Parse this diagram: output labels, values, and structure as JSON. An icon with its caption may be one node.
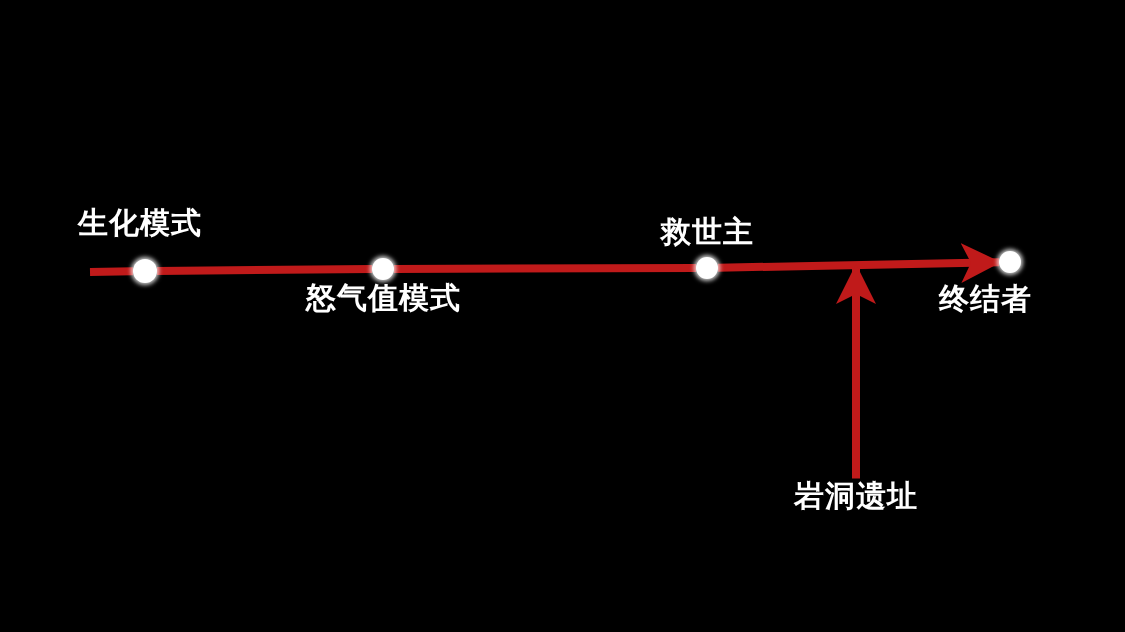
{
  "diagram": {
    "nodes": [
      {
        "text": [],
        "shape": "circle",
        "beside": [
          "生化模式"
        ]
      },
      {
        "text": [],
        "shape": "circle",
        "beside": [
          "怒气值模式"
        ]
      },
      {
        "text": [],
        "shape": "circle",
        "beside": [
          "救世主"
        ]
      },
      {
        "text": [],
        "shape": "circle",
        "beside": [
          "终结者"
        ]
      },
      {
        "text": [
          "岩洞遗址"
        ]
      }
    ],
    "edges": [
      {
        "from": null,
        "to": 0,
        "arrow": "none"
      },
      {
        "from": 0,
        "to": 1,
        "arrow": "none"
      },
      {
        "from": 1,
        "to": 2,
        "arrow": "none"
      },
      {
        "from": 2,
        "to": 3,
        "arrow": "to"
      },
      {
        "from": 4,
        "to": null,
        "arrow": "to"
      }
    ]
  }
}
